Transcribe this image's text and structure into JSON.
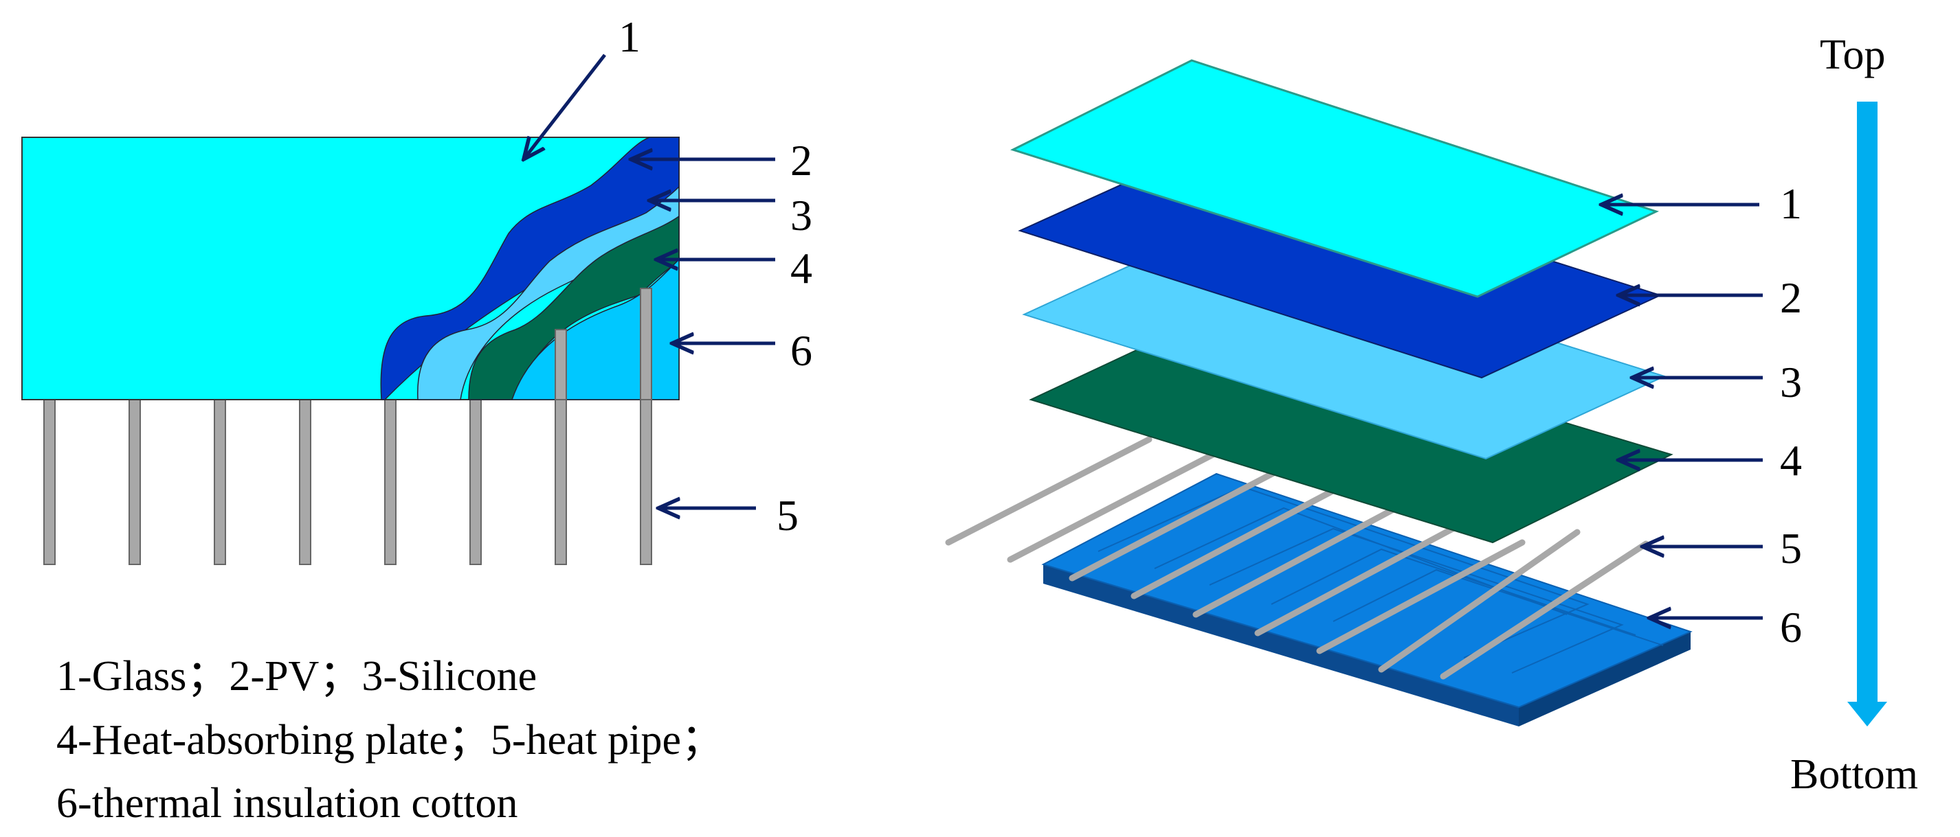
{
  "figure": {
    "left_labels": [
      "1",
      "2",
      "3",
      "4",
      "6",
      "5"
    ],
    "right_labels": [
      "1",
      "2",
      "3",
      "4",
      "5",
      "6"
    ],
    "legend": {
      "line1": "1-Glass；2-PV；3-Silicone",
      "line2": "4-Heat-absorbing plate；5-heat pipe；",
      "line3": "6-thermal insulation cotton"
    },
    "direction": {
      "top": "Top",
      "bottom": "Bottom"
    }
  },
  "colors": {
    "glass": "#00FFFF",
    "pv": "#0038C8",
    "silicone": "#55D2FF",
    "plate": "#006A4E",
    "insulation": "#00C8FF",
    "insulation_3d": "#0A7FE0",
    "pipe": "#A8A8A8",
    "arrow": "#0B1F66",
    "direction_arrow": "#00AEEF"
  }
}
